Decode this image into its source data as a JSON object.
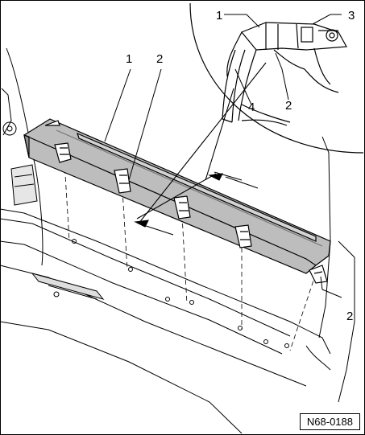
{
  "figure": {
    "id": "N68-0188",
    "callouts": [
      {
        "key": "c1_detail",
        "text": "1"
      },
      {
        "key": "c3_detail",
        "text": "3"
      },
      {
        "key": "c4_detail",
        "text": "4"
      },
      {
        "key": "c2_detail",
        "text": "2"
      },
      {
        "key": "c1_main",
        "text": "1"
      },
      {
        "key": "c2_main",
        "text": "2"
      },
      {
        "key": "c2_right",
        "text": "2"
      }
    ],
    "colors": {
      "line": "#000000",
      "part_fill": "#bdbdbd",
      "part_fill_dark": "#8f8f8f",
      "background": "#ffffff"
    }
  }
}
